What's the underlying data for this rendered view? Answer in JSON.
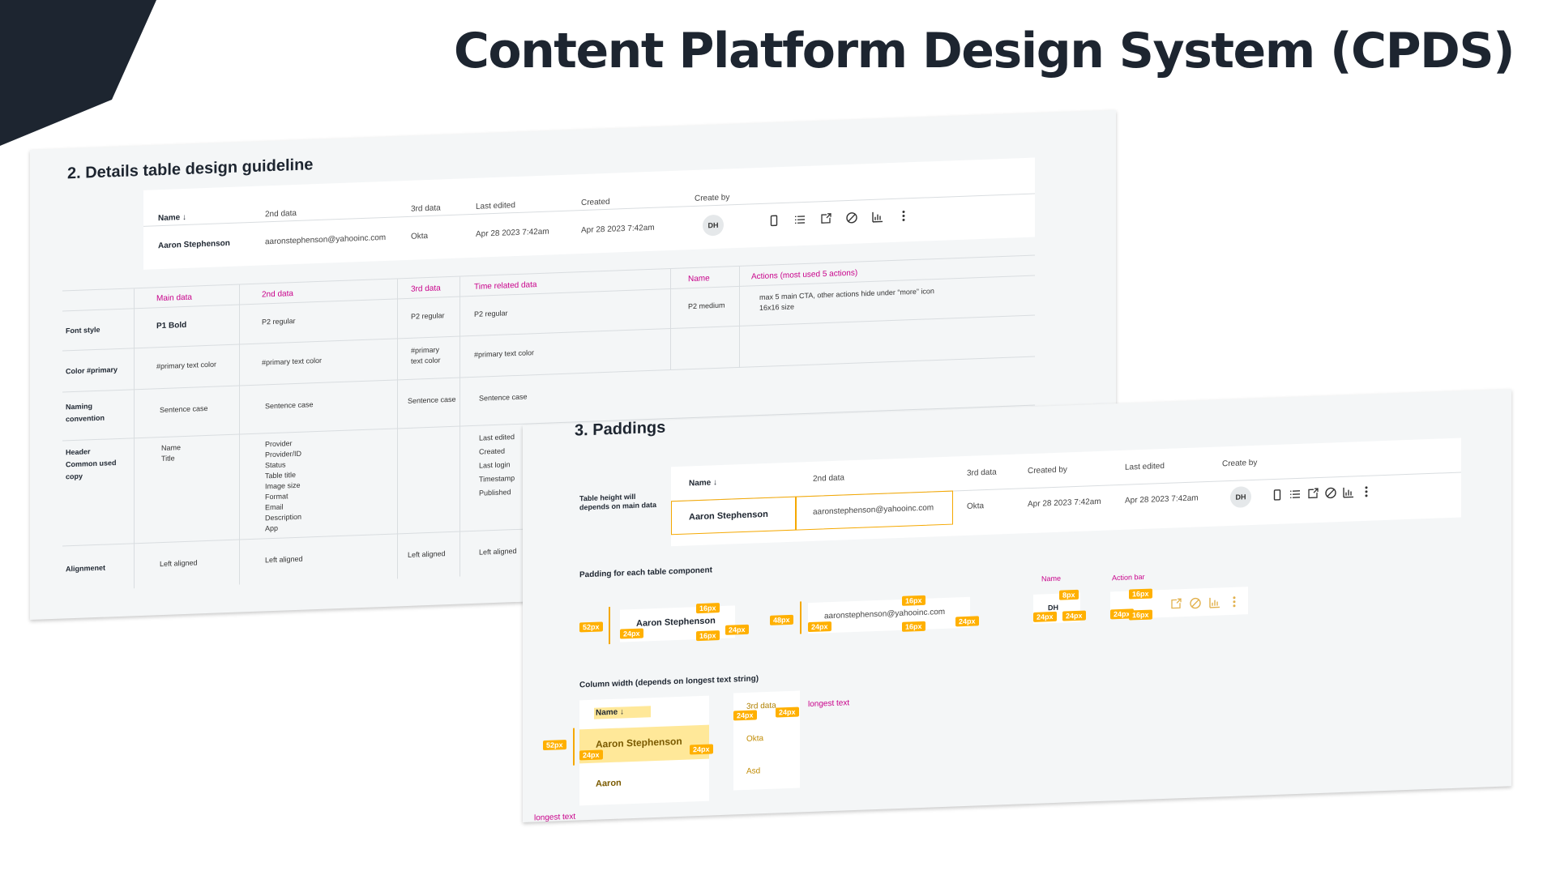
{
  "page_title": "Content Platform Design System (CPDS)",
  "card1": {
    "title": "2. Details table design guideline",
    "header": {
      "name": "Name",
      "sort_arrow": "↓",
      "second": "2nd data",
      "third": "3rd data",
      "last_edited": "Last edited",
      "created": "Created",
      "create_by": "Create by"
    },
    "row": {
      "name": "Aaron Stephenson",
      "email": "aaronstephenson@yahooinc.com",
      "third": "Okta",
      "last_edited": "Apr 28 2023 7:42am",
      "created": "Apr 28 2023 7:42am",
      "avatar": "DH"
    },
    "action_icons": [
      "mobile-icon",
      "list-icon",
      "external-link-icon",
      "block-icon",
      "bar-chart-icon",
      "more-vertical-icon"
    ],
    "guide": {
      "cols": [
        "Main data",
        "2nd data",
        "3rd data",
        "Time related data",
        "Name",
        "Actions (most used 5 actions)"
      ],
      "rows": {
        "font_style": {
          "label": "Font style",
          "main": "P1 Bold",
          "second": "P2 regular",
          "third": "P2 regular",
          "time": "P2 regular",
          "name": "P2 medium",
          "actions_1": "max 5 main CTA, other actions hide under “more” icon",
          "actions_2": "16x16 size"
        },
        "color": {
          "label": "Color #primary",
          "main": "#primary text color",
          "second": "#primary text color",
          "third_1": "#primary",
          "third_2": "text color",
          "time": "#primary text color"
        },
        "naming": {
          "label_1": "Naming",
          "label_2": "convention",
          "main": "Sentence case",
          "second": "Sentence case",
          "third": "Sentence case",
          "time": "Sentence case"
        },
        "header": {
          "label_1": "Header",
          "label_2": "Common used",
          "label_3": "copy",
          "main": [
            "Name",
            "Title"
          ],
          "second": [
            "Provider",
            "Provider/ID",
            "Status",
            "Table title",
            "Image size",
            "Format",
            "Email",
            "Description",
            "App"
          ],
          "time": [
            "Last edited",
            "Created",
            "Last login",
            "Timestamp",
            "Published"
          ]
        },
        "alignment": {
          "label": "Alignmenet",
          "main": "Left aligned",
          "second": "Left aligned",
          "third": "Left aligned",
          "time": "Left aligned"
        }
      }
    }
  },
  "card2": {
    "title": "3. Paddings",
    "side_note_1": "Table height will",
    "side_note_2": "depends on main data",
    "header": {
      "name": "Name",
      "sort_arrow": "↓",
      "second": "2nd data",
      "third": "3rd data",
      "created_by": "Created by",
      "last_edited": "Last edited",
      "create_by": "Create by"
    },
    "row": {
      "name": "Aaron Stephenson",
      "email": "aaronstephenson@yahooinc.com",
      "third": "Okta",
      "date_1": "Apr 28 2023 7:42am",
      "date_2": "Apr 28 2023 7:42am",
      "avatar": "DH"
    },
    "padding_title": "Padding for each table component",
    "padding_labels": {
      "name": "Name",
      "action_bar": "Action bar",
      "p52": "52px",
      "p48": "48px",
      "p24": "24px",
      "p16": "16px",
      "p8": "8px"
    },
    "column_title": "Column width (depends on longest text string)",
    "column_demo": {
      "name_header": "Name",
      "sort_arrow": "↓",
      "name_value": "Aaron Stephenson",
      "name_short": "Aaron",
      "third_header": "3rd data",
      "okta": "Okta",
      "asd": "Asd",
      "longest_1": "longest text",
      "longest_2": "longest text"
    }
  },
  "colors": {
    "dark": "#1d2530",
    "card_bg": "#f4f6f7",
    "magenta": "#c8008a",
    "padding_badge": "#ffb000"
  }
}
